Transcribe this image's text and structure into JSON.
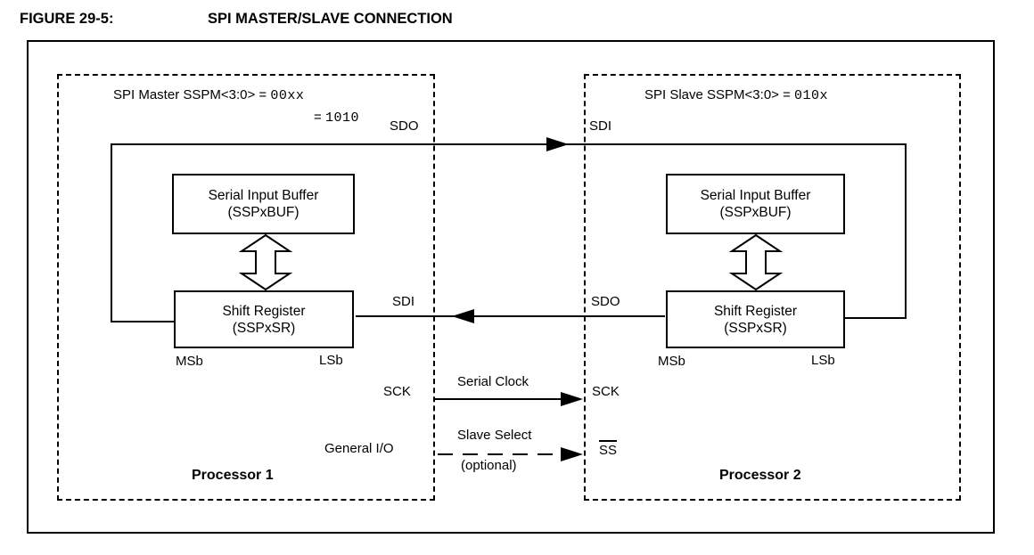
{
  "figure": {
    "label": "FIGURE 29-5:",
    "title": "SPI MASTER/SLAVE CONNECTION"
  },
  "master": {
    "header": {
      "prefix": "SPI Master SSPM<3:0> =",
      "value1": "00xx",
      "eq": "=",
      "value2": "1010"
    },
    "buffer": {
      "line1": "Serial Input Buffer",
      "line2": "(SSPxBUF)"
    },
    "shift_register": {
      "line1": "Shift Register",
      "line2": "(SSPxSR)"
    },
    "msb": "MSb",
    "lsb": "LSb",
    "pins": {
      "sdo": "SDO",
      "sdi": "SDI",
      "sck": "SCK",
      "general_io": "General I/O"
    },
    "processor": "Processor 1"
  },
  "slave": {
    "header": {
      "prefix": "SPI Slave SSPM<3:0> =",
      "value": "010x"
    },
    "buffer": {
      "line1": "Serial Input Buffer",
      "line2": "(SSPxBUF)"
    },
    "shift_register": {
      "line1": "Shift Register",
      "line2": "(SSPxSR)"
    },
    "msb": "MSb",
    "lsb": "LSb",
    "pins": {
      "sdi": "SDI",
      "sdo": "SDO",
      "sck": "SCK",
      "ss": "SS"
    },
    "processor": "Processor 2"
  },
  "connections": {
    "serial_clock": "Serial Clock",
    "slave_select": "Slave Select",
    "optional": "(optional)"
  },
  "colors": {
    "ink": "#000000",
    "background": "#ffffff"
  }
}
